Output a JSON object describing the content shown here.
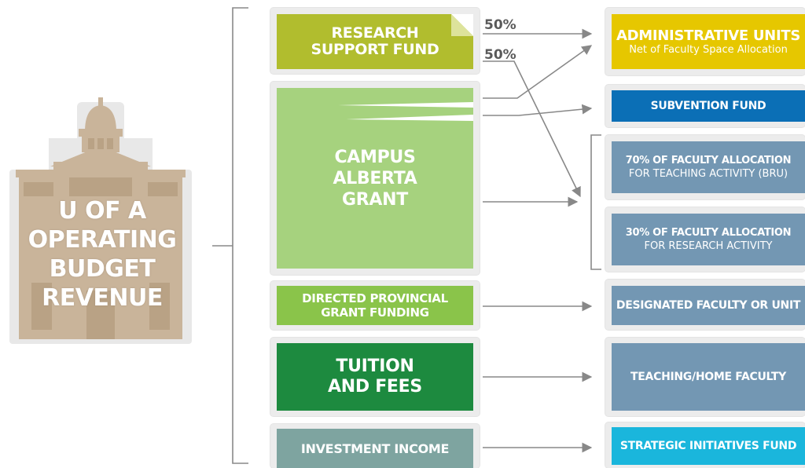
{
  "colors": {
    "building": "#c9b49a",
    "building_shadow": "#e6e6e6",
    "research": "#b1bd2e",
    "research_fold": "#dde39b",
    "campus": "#a6d27e",
    "directed": "#8ac44a",
    "tuition": "#1d8a3f",
    "investment": "#7ea4a0",
    "admin": "#e6c700",
    "subvention": "#0b6fb6",
    "faculty": "#7397b3",
    "strategic": "#1ab6dc",
    "connector": "#888888"
  },
  "title": {
    "lines": [
      "U OF A",
      "OPERATING",
      "BUDGET",
      "REVENUE"
    ]
  },
  "sources": {
    "research": {
      "lines": [
        "RESEARCH",
        "SUPPORT FUND"
      ]
    },
    "campus": {
      "lines": [
        "CAMPUS",
        "ALBERTA",
        "GRANT"
      ]
    },
    "directed": {
      "lines": [
        "DIRECTED PROVINCIAL",
        "GRANT FUNDING"
      ]
    },
    "tuition": {
      "lines": [
        "TUITION",
        "AND FEES"
      ]
    },
    "investment": {
      "lines": [
        "INVESTMENT INCOME"
      ]
    }
  },
  "split_labels": [
    "50%",
    "50%"
  ],
  "destinations": {
    "admin": {
      "title": "ADMINISTRATIVE UNITS",
      "subtitle": "Net of Faculty Space Allocation"
    },
    "subvention": {
      "title": "SUBVENTION FUND"
    },
    "teaching": {
      "title": "70% OF FACULTY ALLOCATION",
      "subtitle": "FOR TEACHING ACTIVITY (BRU)"
    },
    "research_activity": {
      "title": "30% OF FACULTY ALLOCATION",
      "subtitle": "FOR RESEARCH ACTIVITY"
    },
    "designated": {
      "title": "DESIGNATED FACULTY OR UNIT"
    },
    "home_faculty": {
      "title": "TEACHING/HOME FACULTY"
    },
    "strategic": {
      "title": "STRATEGIC INITIATIVES FUND"
    }
  }
}
